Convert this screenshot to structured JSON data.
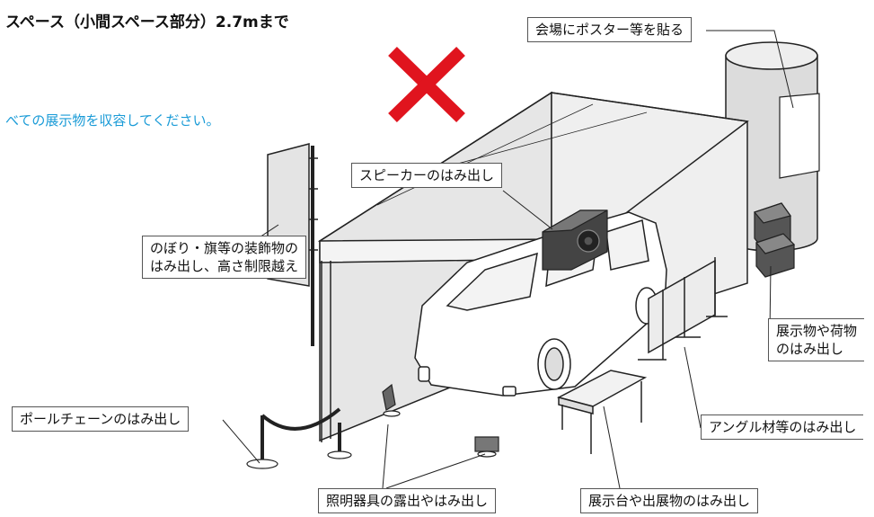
{
  "heading": "スペース（小間スペース部分）2.7mまで",
  "notice": "べての展示物を収容してください。",
  "callouts": {
    "poster": "会場にポスター等を貼る",
    "speaker": "スピーカーのはみ出し",
    "flag_line1": "のぼり・旗等の装飾物の",
    "flag_line2": "はみ出し、高さ制限越え",
    "cargo_line1": "展示物や荷物",
    "cargo_line2": "のはみ出し",
    "chain": "ポールチェーンのはみ出し",
    "angle": "アングル材等のはみ出し",
    "lighting": "照明器具の露出やはみ出し",
    "table": "展示台や出展物のはみ出し"
  },
  "colors": {
    "cross": "#e0141e",
    "notice": "#1a9bd7",
    "booth_fill": "#e6e6e6",
    "line": "#222222"
  },
  "icons": {
    "prohibited": "red-x-mark-icon"
  }
}
